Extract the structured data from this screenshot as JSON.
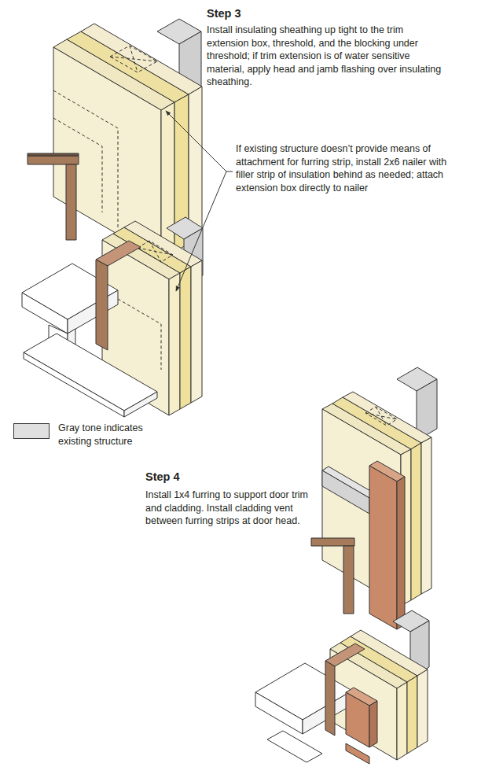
{
  "diagram": {
    "labels": [
      "Step 3",
      "Install insulating sheathing up tight to the trim extension box, threshold, and the blocking under threshold; if trim extension is of water sensitive material, apply head and jamb flashing over insulating sheathing.",
      "If existing structure doesn’t provide means of attachment for furring strip, install 2x6 nailer with filler strip of insulation behind as needed; attach extension box directly to nailer",
      "Step 4",
      "Install 1x4 furring to support door trim and cladding. Install cladding vent between furring strips at door head."
    ],
    "legend": [
      {
        "text": "Gray tone indicates existing structure",
        "color": "#e0e0e0"
      }
    ]
  }
}
